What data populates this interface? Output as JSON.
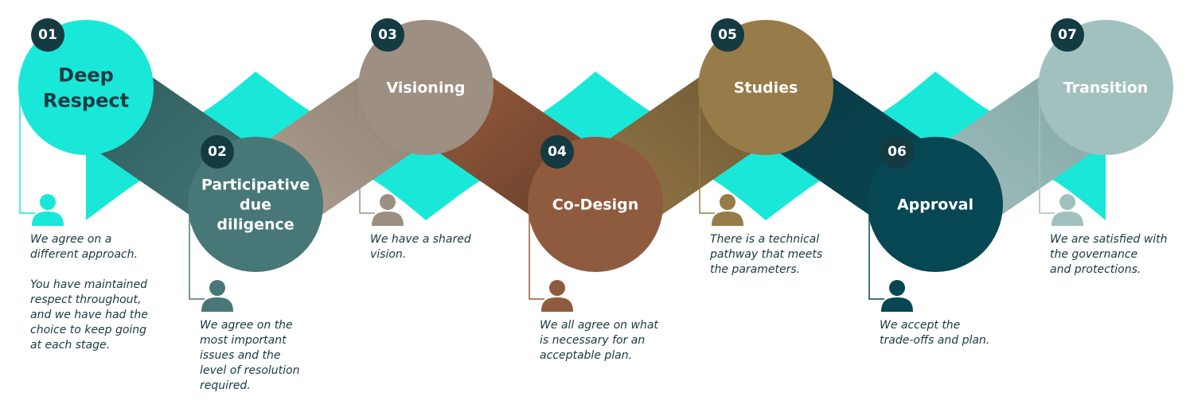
{
  "colors": {
    "cyan": "#19E8D9",
    "step1": "#19E8D9",
    "step2": "#477877",
    "step3": "#9D8F81",
    "step4": "#8F5B3E",
    "step5": "#977B49",
    "step6": "#074753",
    "step7": "#A1C1BF",
    "badge": "#143A42",
    "text": "#173A42"
  },
  "steps": [
    {
      "number": "01",
      "title_lines": [
        "Deep",
        "Respect"
      ],
      "description": "We agree on a\ndifferent approach.\n\nYou have maintained\nrespect throughout,\nand we have had the\nchoice to keep going\nat each stage.",
      "icon": "person-icon"
    },
    {
      "number": "02",
      "title_lines": [
        "Participative",
        "due",
        "diligence"
      ],
      "description": "We agree on the\nmost important\nissues and the\nlevel of resolution\nrequired.",
      "icon": "person-icon"
    },
    {
      "number": "03",
      "title_lines": [
        "Visioning"
      ],
      "description": "We have a shared\nvision.",
      "icon": "person-icon"
    },
    {
      "number": "04",
      "title_lines": [
        "Co-Design"
      ],
      "description": "We all agree on what\nis necessary for an\nacceptable plan.",
      "icon": "person-icon"
    },
    {
      "number": "05",
      "title_lines": [
        "Studies"
      ],
      "description": "There is a technical\npathway that meets\nthe parameters.",
      "icon": "person-icon"
    },
    {
      "number": "06",
      "title_lines": [
        "Approval"
      ],
      "description": "We accept the\ntrade-offs and plan.",
      "icon": "person-icon"
    },
    {
      "number": "07",
      "title_lines": [
        "Transition"
      ],
      "description": "We are satisfied with\nthe governance\nand protections.",
      "icon": "person-icon"
    }
  ]
}
